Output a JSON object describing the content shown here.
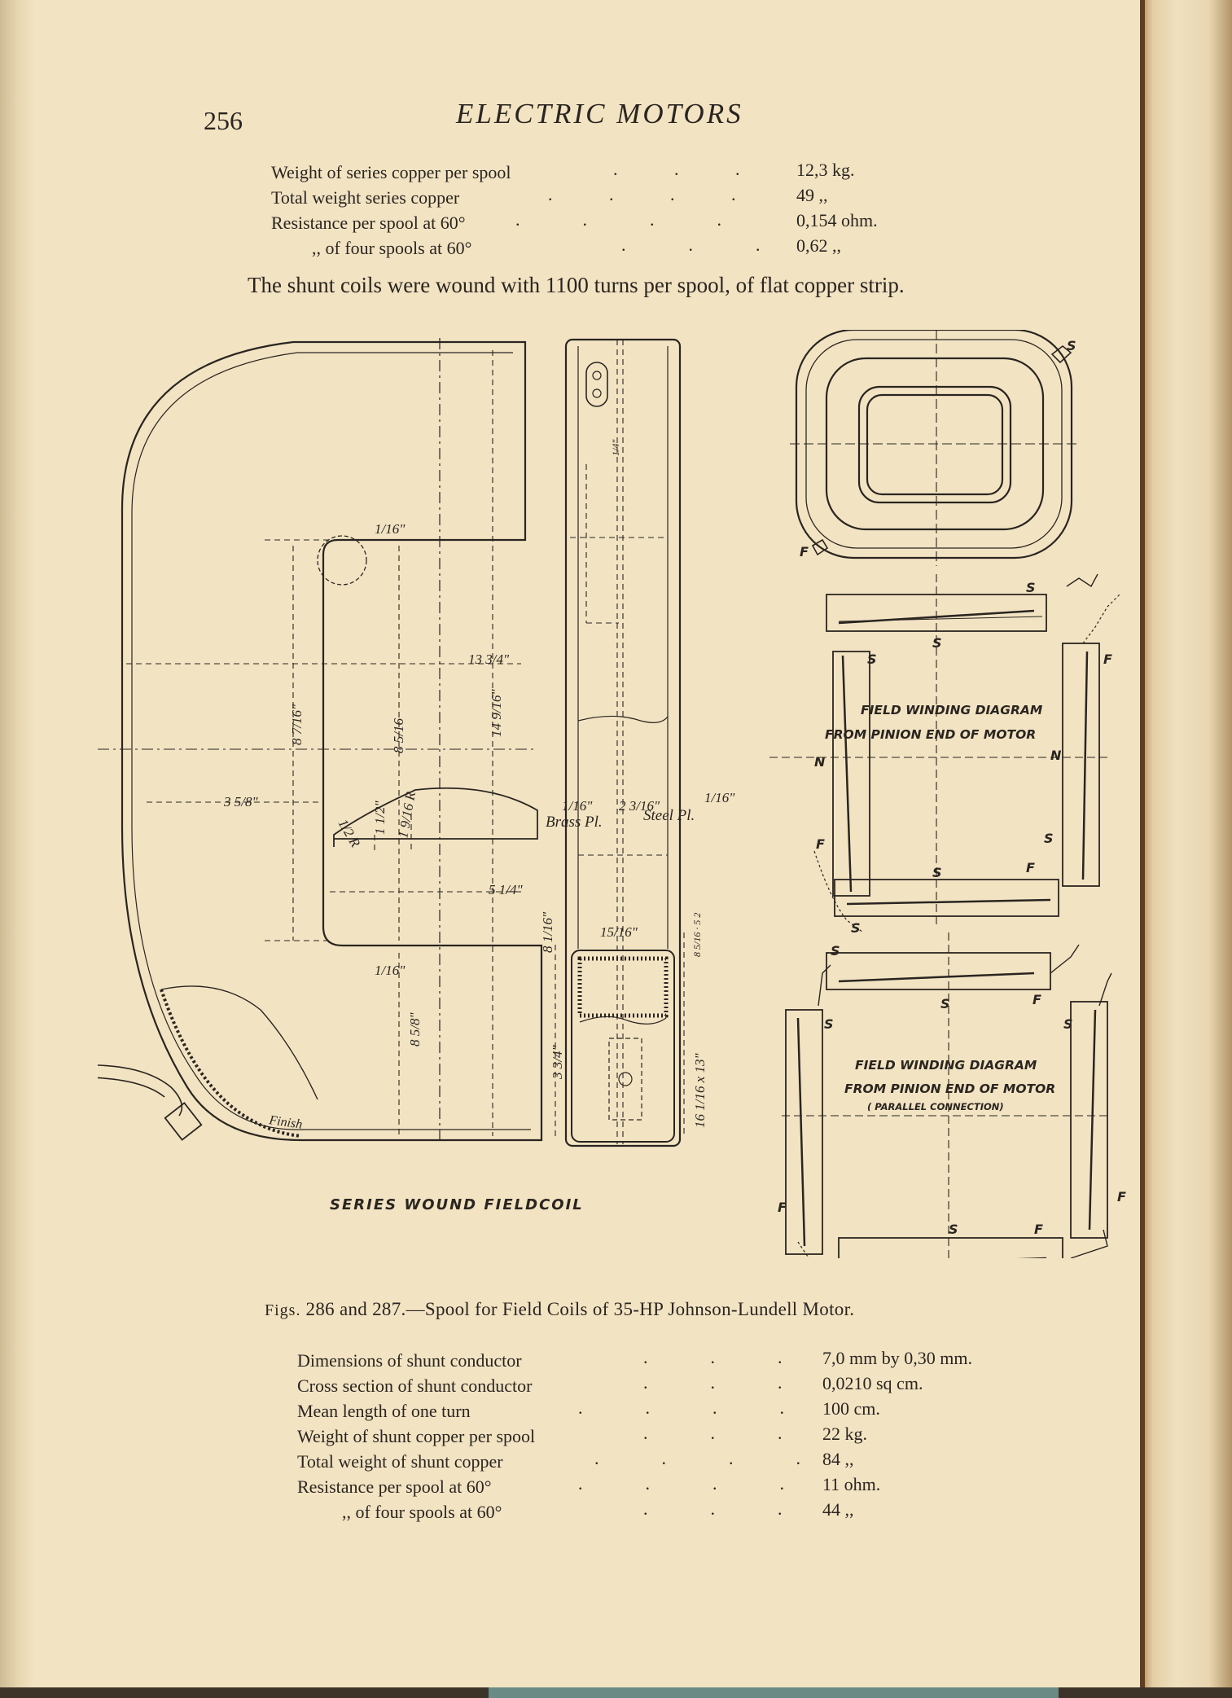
{
  "header": {
    "page_number": "256",
    "running_title": "ELECTRIC MOTORS"
  },
  "series_spec": [
    {
      "label": "Weight of series copper per spool",
      "value": "12,3 kg."
    },
    {
      "label": "Total weight series copper",
      "value": "49  ,,"
    },
    {
      "label": "Resistance per spool at 60°",
      "value": "0,154 ohm."
    },
    {
      "label": ",,      of four spools at 60°",
      "value": "0,62  ,,"
    }
  ],
  "paragraph": "The shunt coils were wound with 1100 turns per spool, of flat copper strip.",
  "figure": {
    "left_title": "SERIES WOUND FIELDCOIL",
    "dims": {
      "d1": "1/16\"",
      "d2": "13 3/4\"",
      "d3": "8 7/16\"",
      "d4": "8 5/16",
      "d5": "14 9/16\"",
      "d6": "3 5/8\"",
      "d7": "1/2 R",
      "d8": "1 1/2\"",
      "d9": "1 9/16 R",
      "d10": "5 1/4\"",
      "d11": "1/16\"",
      "d12": "8 5/8\"",
      "d13": "3 3/4\"",
      "d14": "8 1/16\"",
      "d15": "1/16\"",
      "d16": "2 3/16\"",
      "d17": "1/16\"",
      "d18": "15/16\"",
      "d19": "8 5/16 · 5 2",
      "d20": "16 1/16 x 13\"",
      "d21": "1/4\"",
      "brass": "Brass Pl.",
      "steel": "Steel Pl.",
      "finish": "Finish"
    },
    "diagram1": {
      "title_line1": "FIELD WINDING DIAGRAM",
      "title_line2": "FROM PINION END OF MOTOR",
      "letters": {
        "s": "S",
        "f": "F",
        "n": "N"
      }
    },
    "diagram2": {
      "title_line1": "FIELD WINDING DIAGRAM",
      "title_line2": "FROM PINION END OF MOTOR",
      "title_line3": "( PARALLEL  CONNECTION)"
    }
  },
  "caption": {
    "prefix": "Figs.",
    "text": " 286 and 287.—Spool for Field Coils of 35-HP Johnson-Lundell Motor."
  },
  "shunt_spec": [
    {
      "label": "Dimensions of shunt conductor",
      "value": "7,0 mm by 0,30 mm."
    },
    {
      "label": "Cross section of shunt conductor",
      "value": "0,0210 sq cm."
    },
    {
      "label": "Mean length of one turn",
      "value": "100 cm."
    },
    {
      "label": "Weight of shunt copper per spool",
      "value": "22 kg."
    },
    {
      "label": "Total weight of shunt copper",
      "value": "84  ,,"
    },
    {
      "label": "Resistance per spool at 60°",
      "value": "11 ohm."
    },
    {
      "label": ",,      of four spools at 60°",
      "value": "44  ,,"
    }
  ]
}
